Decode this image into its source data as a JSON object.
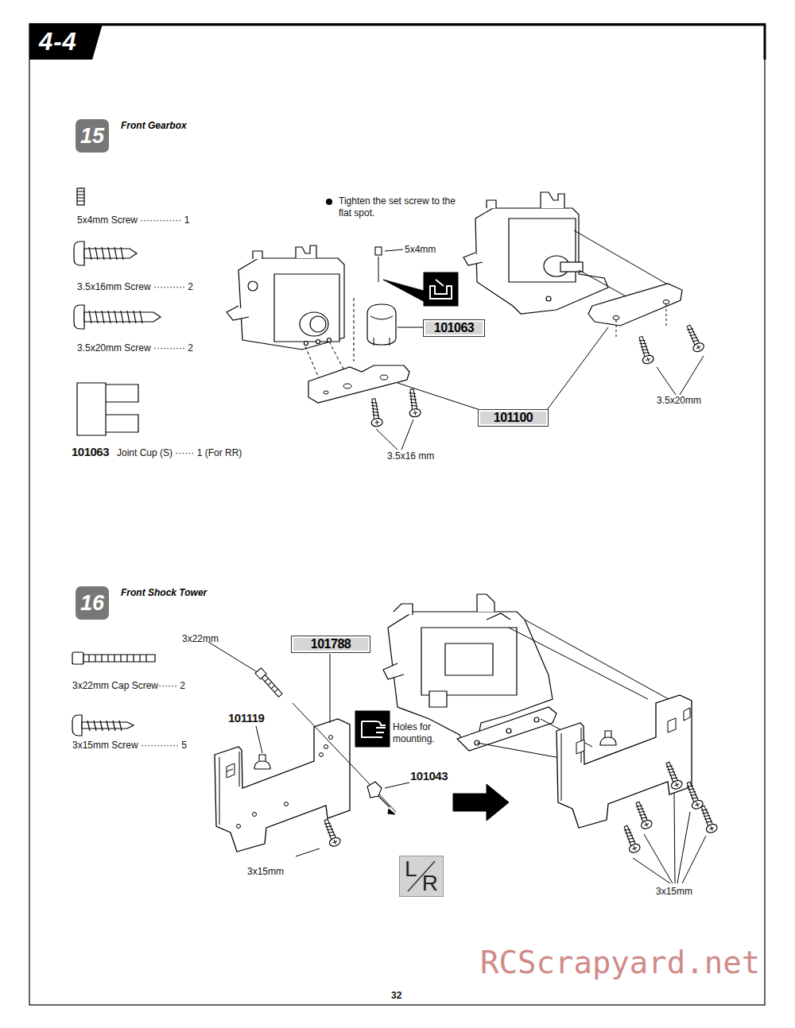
{
  "diagram": {
    "nodes": [
      {
        "text": [
          "4-4"
        ]
      },
      {
        "text": [
          "15",
          "Front Gearbox"
        ]
      },
      {
        "text": [
          "101063"
        ]
      },
      {
        "text": [
          "101100"
        ]
      },
      {
        "text": [
          "16",
          "Front Shock Tower"
        ]
      },
      {
        "text": [
          "101788"
        ]
      },
      {
        "text": [
          "L",
          "R"
        ]
      }
    ],
    "labels": [
      "Tighten the set screw to the flat spot.",
      "5x4mm",
      "5x4mm Screw ············· 1",
      "3.5x16mm Screw ·········· 2",
      "3.5x20mm Screw ·········· 2",
      "101063",
      "Joint Cup (S) ······ 1 (For RR)",
      "3.5x16 mm",
      "3.5x20mm",
      "3x22mm Cap Screw······ 2",
      "3x15mm Screw ············ 5",
      "3x22mm",
      "101119",
      "Holes for mounting.",
      "101043",
      "3x15mm",
      "3x15mm",
      "32",
      "RCScrapyard.net"
    ]
  }
}
